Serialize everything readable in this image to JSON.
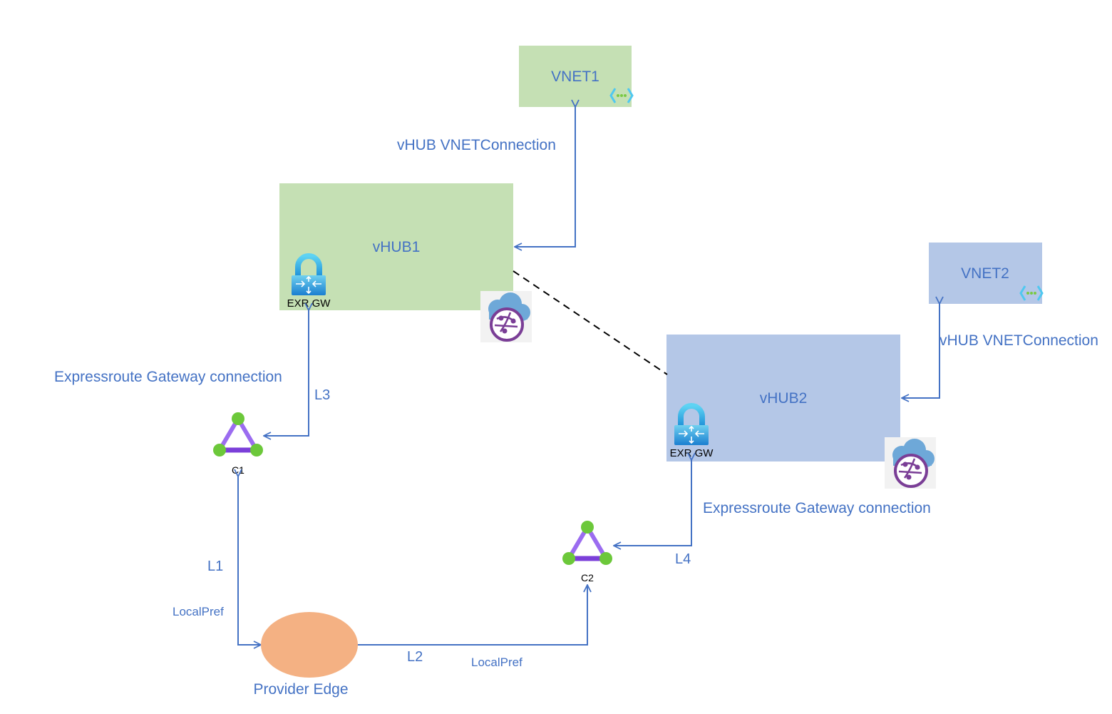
{
  "colors": {
    "hub1_fill": "#c5e0b4",
    "hub2_fill": "#b4c7e7",
    "connector": "#4472c4",
    "label_text": "#4472c4",
    "provider_edge_fill": "#f4b183",
    "circuit_edge": "#9b59f0",
    "circuit_node": "#6fcf3f"
  },
  "nodes": {
    "vnet1": {
      "label": "VNET1",
      "icon": "virtual-network-icon"
    },
    "vnet2": {
      "label": "VNET2",
      "icon": "virtual-network-icon"
    },
    "vhub1": {
      "label": "vHUB1",
      "gateway_label": "EXR GW",
      "gateway_icon": "expressroute-gateway-lock-icon",
      "hub_icon": "virtual-wan-cloud-icon"
    },
    "vhub2": {
      "label": "vHUB2",
      "gateway_label": "EXR GW",
      "gateway_icon": "expressroute-gateway-lock-icon",
      "hub_icon": "virtual-wan-cloud-icon"
    },
    "c1": {
      "label": "C1",
      "icon": "expressroute-circuit-icon"
    },
    "c2": {
      "label": "C2",
      "icon": "expressroute-circuit-icon"
    },
    "provider_edge": {
      "label": "Provider Edge"
    }
  },
  "connections": {
    "vnet1_conn": "vHUB VNETConnection",
    "vnet2_conn": "vHUB VNETConnection",
    "er_gw_conn_1": "Expressroute Gateway connection",
    "er_gw_conn_2": "Expressroute Gateway connection",
    "l1": "L1",
    "l2": "L2",
    "l3": "L3",
    "l4": "L4",
    "localpref_l1": "LocalPref",
    "localpref_l2": "LocalPref"
  }
}
